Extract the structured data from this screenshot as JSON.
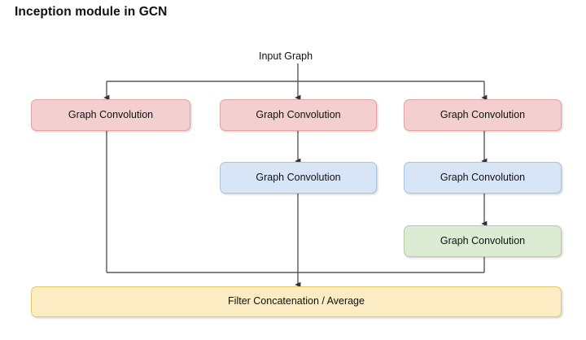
{
  "title": "Inception module in GCN",
  "diagram": {
    "input_label": "Input Graph",
    "branches": [
      {
        "name": "branch-1",
        "nodes": [
          {
            "label": "Graph Convolution",
            "color": "#f4cfcf",
            "tone": "pink"
          }
        ]
      },
      {
        "name": "branch-2",
        "nodes": [
          {
            "label": "Graph Convolution",
            "color": "#f4cfcf",
            "tone": "pink"
          },
          {
            "label": "Graph Convolution",
            "color": "#d7e5f7",
            "tone": "blue"
          }
        ]
      },
      {
        "name": "branch-3",
        "nodes": [
          {
            "label": "Graph Convolution",
            "color": "#f4cfcf",
            "tone": "pink"
          },
          {
            "label": "Graph Convolution",
            "color": "#d7e5f7",
            "tone": "blue"
          },
          {
            "label": "Graph Convolution",
            "color": "#dcecd4",
            "tone": "green"
          }
        ]
      }
    ],
    "output_label": "Filter Concatenation / Average",
    "wire_color": "#595959",
    "background": "#ffffff"
  }
}
